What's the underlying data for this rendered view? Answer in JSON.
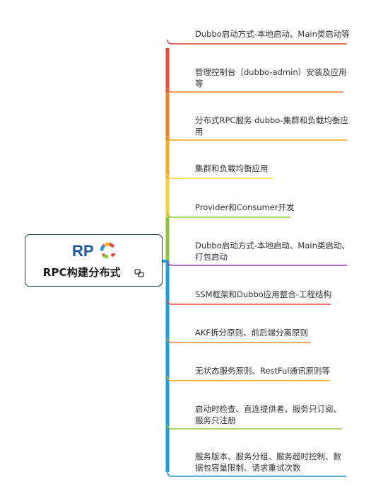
{
  "root": {
    "title": "RPC构建分布式",
    "logo_text": "RPC",
    "attachment_icon": "link-icon"
  },
  "branches": [
    {
      "lines": [
        "Dubbo启动方式-本地启动、Main类启动等"
      ],
      "color": "#e84c3d"
    },
    {
      "lines": [
        "管理控制台（dubbo-admin）安装及应用",
        "等"
      ],
      "color": "#f07e2a"
    },
    {
      "lines": [
        "分布式RPC服务 dubbo-集群和负载均衡应",
        "用"
      ],
      "color": "#f7a823"
    },
    {
      "lines": [
        "集群和负载均衡应用"
      ],
      "color": "#f8d03c"
    },
    {
      "lines": [
        "Provider和Consumer开发"
      ],
      "color": "#8fc33c"
    },
    {
      "lines": [
        "Dubbo启动方式-本地启动、Main类启动、",
        "打包启动"
      ],
      "color": "#8e3fb8"
    },
    {
      "lines": [
        "SSM框架和Dubbo应用整合-工程结构"
      ],
      "color": "#e84c3d"
    },
    {
      "lines": [
        "AKF拆分原则、前后端分离原则"
      ],
      "color": "#f07e2a"
    },
    {
      "lines": [
        "无状态服务原则、RestFul通讯原则等"
      ],
      "color": "#f7a823"
    },
    {
      "lines": [
        "启动时检查、直连提供者、服务只订阅、",
        "服务只注册"
      ],
      "color": "#8fc33c"
    },
    {
      "lines": [
        "服务版本、服务分组、服务超时控制、数",
        "据包容量限制、请求重试次数"
      ],
      "color": "#1b9fd6"
    }
  ],
  "colors": {
    "root_border": "#1f3657",
    "trunk_colors": [
      "#e84c3d",
      "#f07e2a",
      "#f7a823",
      "#f8d03c",
      "#8fc33c",
      "#1b9fd6"
    ],
    "logo_blue": "#1a5aa6"
  }
}
